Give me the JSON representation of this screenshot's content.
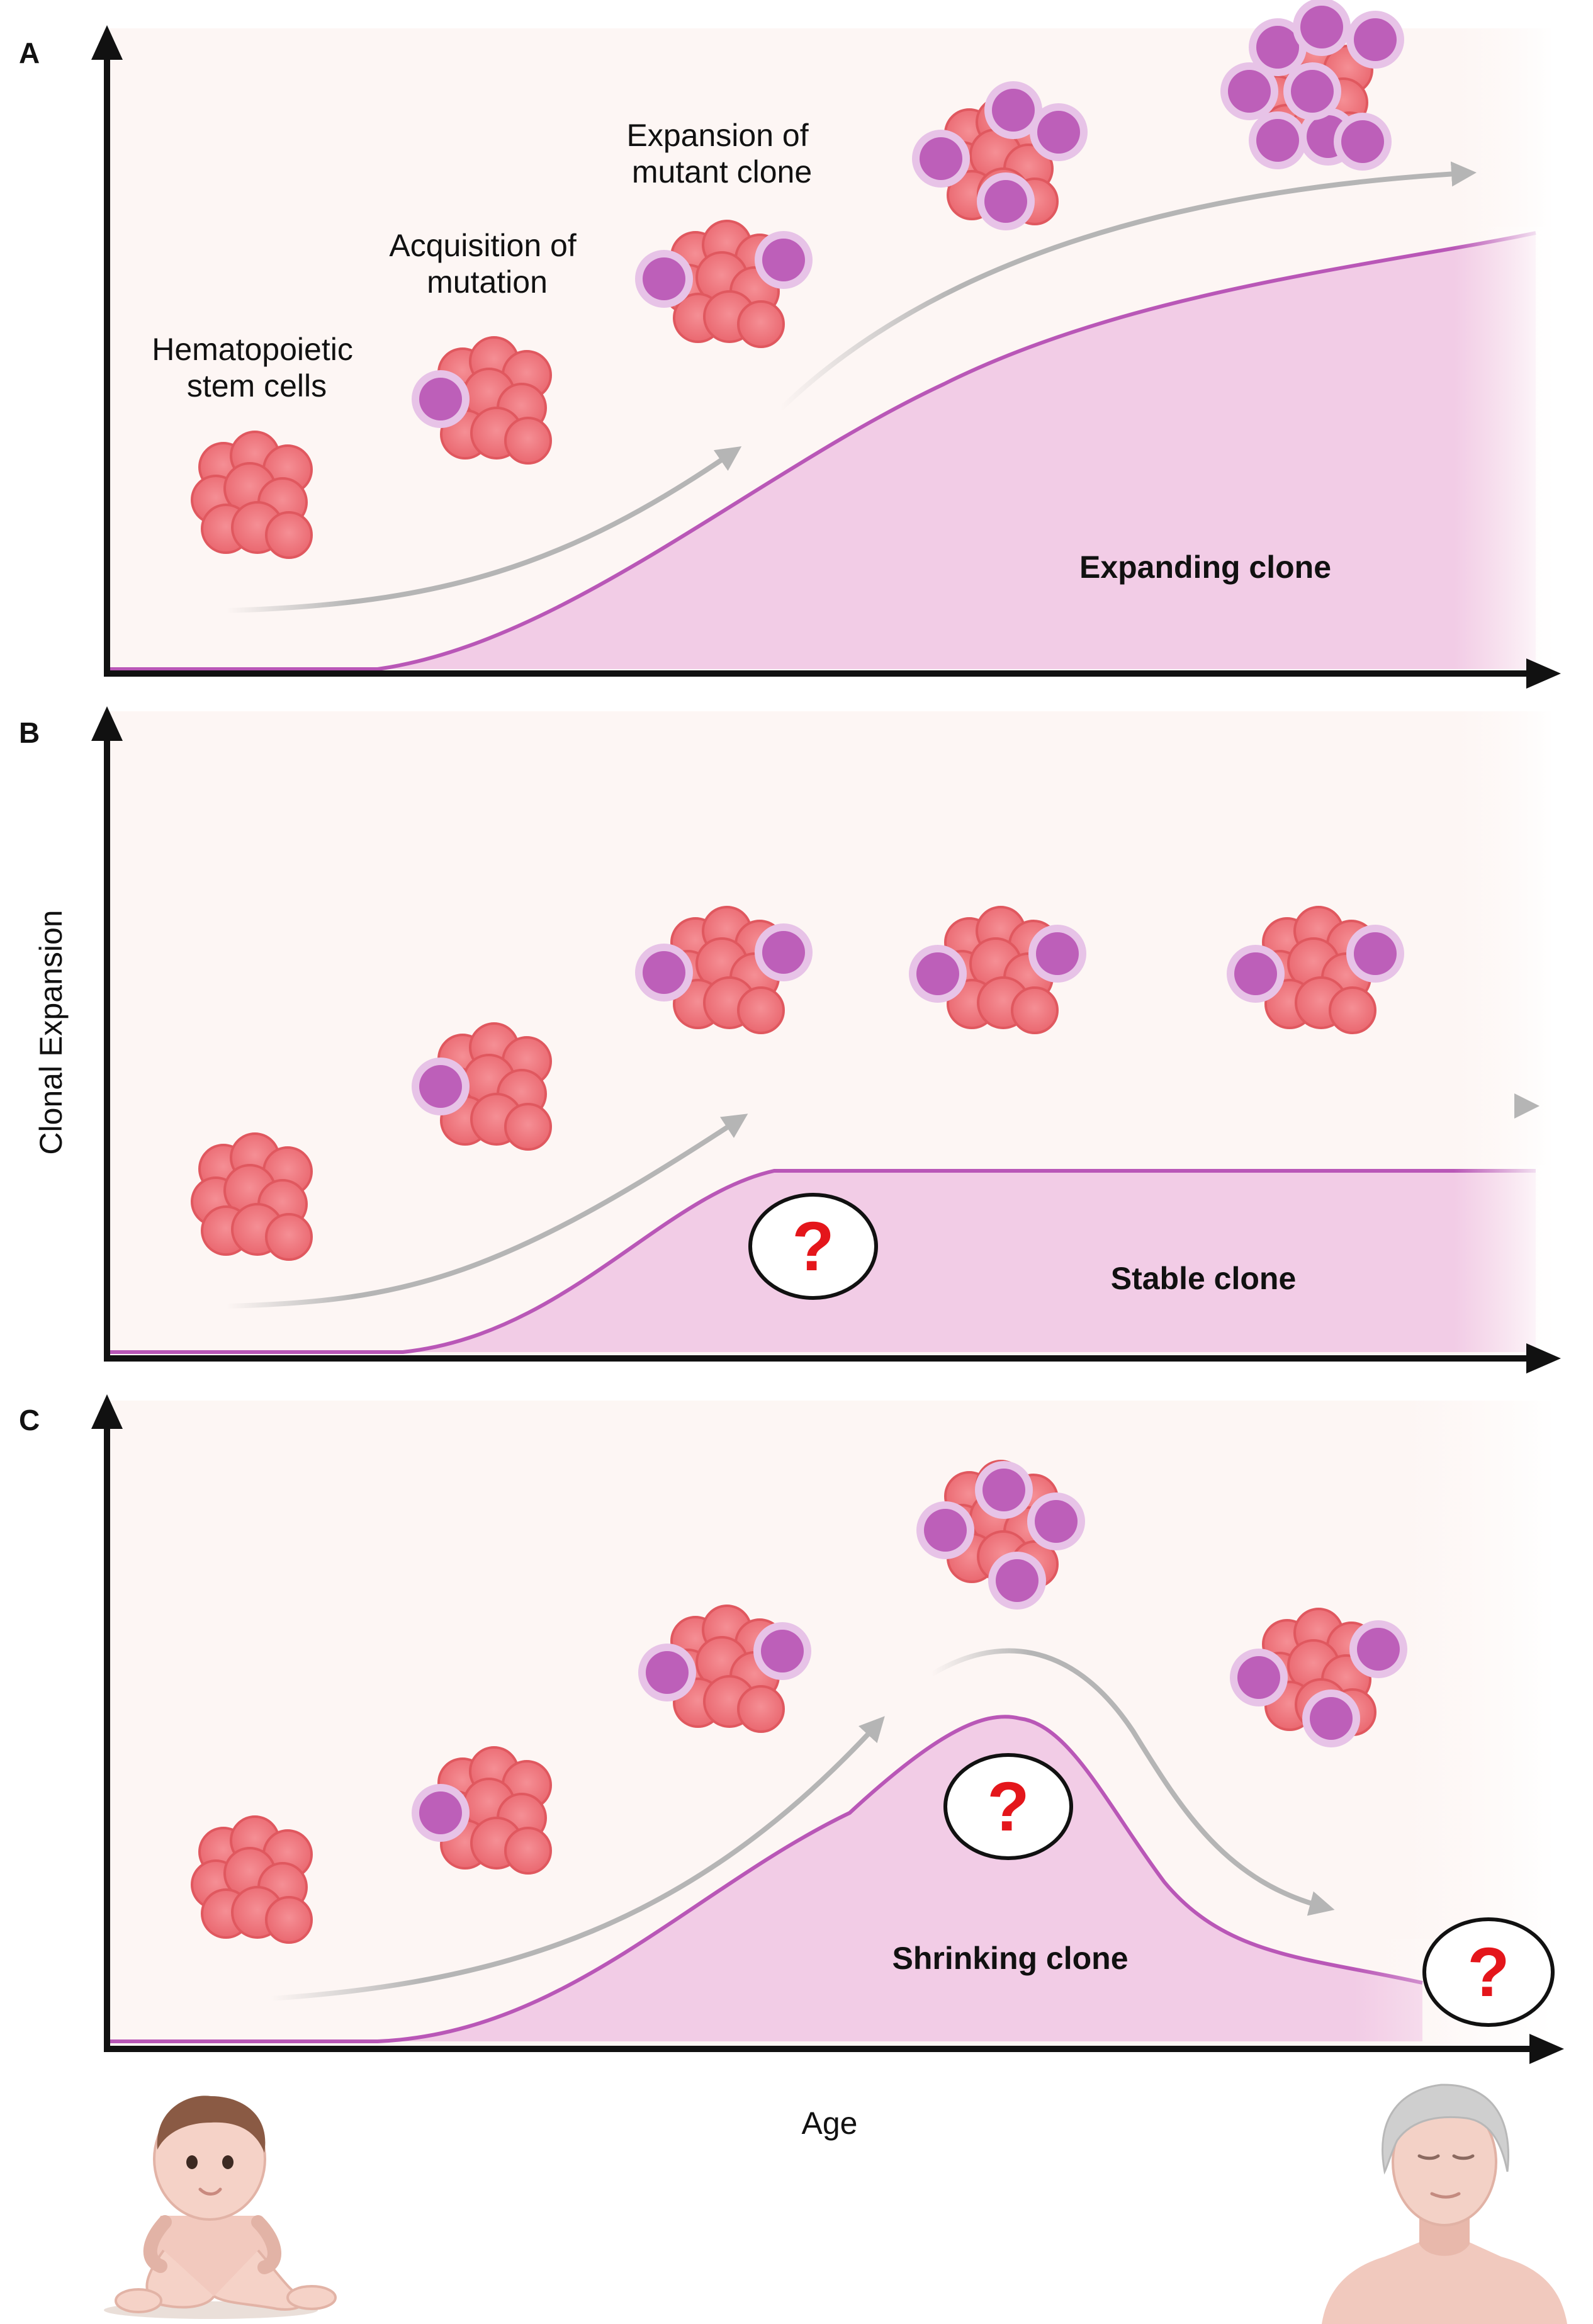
{
  "panels": {
    "a": {
      "letter": "A",
      "curve_label": "Expanding clone",
      "stage_labels": [
        [
          "Hematopoietic",
          "stem cells"
        ],
        [
          "Acquisition of",
          "mutation"
        ],
        [
          "Expansion of",
          "mutant clone"
        ]
      ]
    },
    "b": {
      "letter": "B",
      "curve_label": "Stable clone"
    },
    "c": {
      "letter": "C",
      "curve_label": "Shrinking clone"
    }
  },
  "axes": {
    "y_label": "Clonal Expansion",
    "x_label": "Age"
  },
  "question_mark": "?",
  "colors": {
    "background": "#fdf6f4",
    "clone_fill": "#f2cce6",
    "clone_line": "#b957b7",
    "normal_cell": "#f0727a",
    "mutant_cell": "#bd5fb9",
    "arrow": "#b5b5b5",
    "question": "#e4161b"
  },
  "icons": {
    "infant": "infant-icon",
    "elderly": "elderly-person-icon"
  }
}
